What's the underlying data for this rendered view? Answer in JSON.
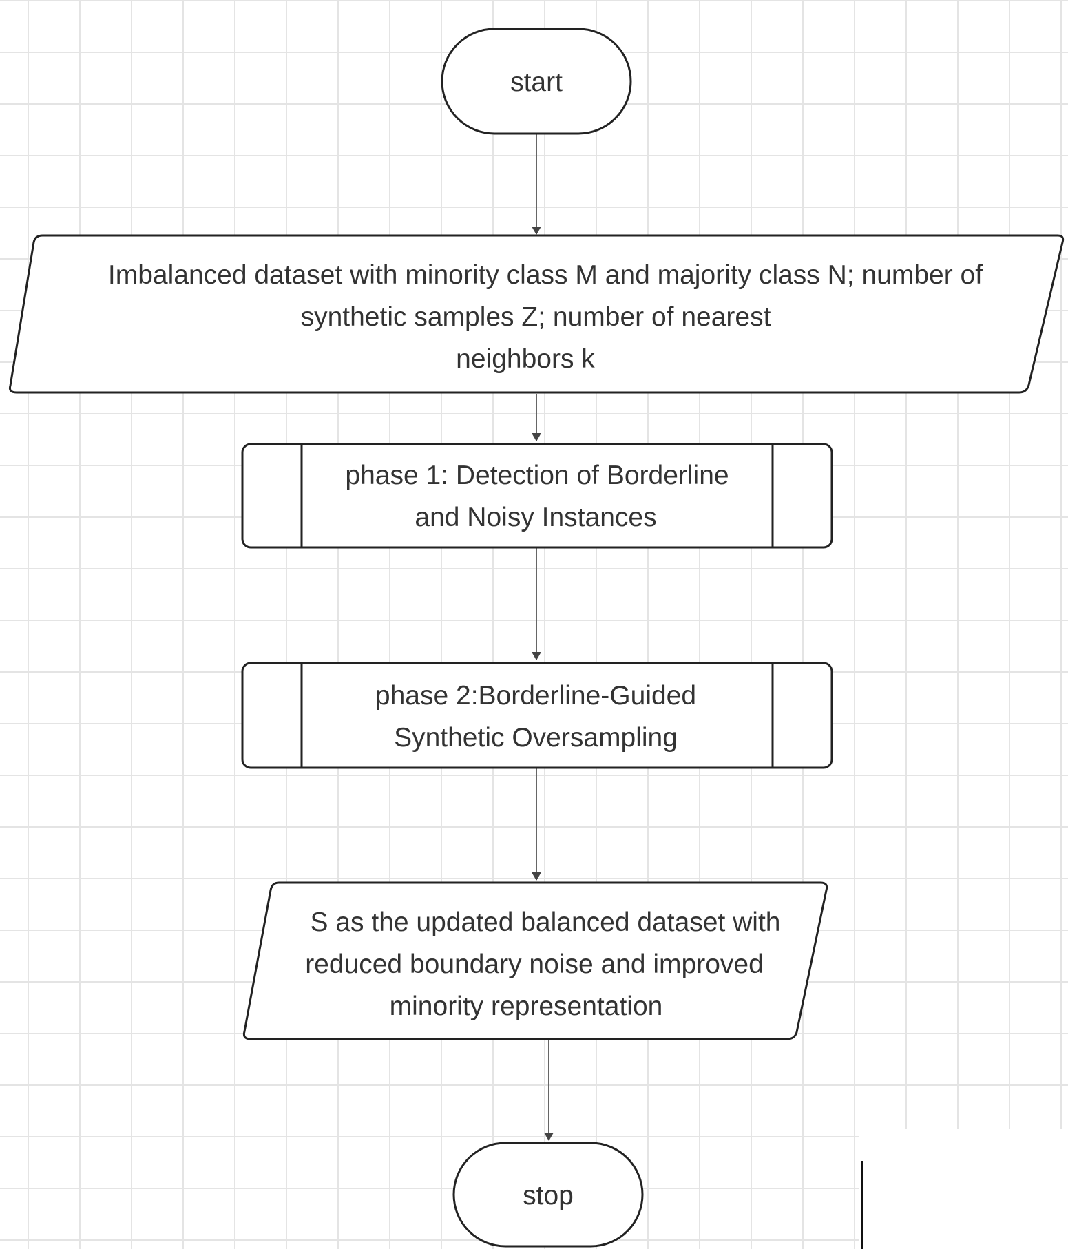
{
  "diagram": {
    "colors": {
      "stroke": "#222222",
      "fill": "#ffffff",
      "text": "#333333",
      "arrow": "#444444",
      "grid": "#e4e4e4"
    },
    "nodes": [
      {
        "id": "start",
        "shape": "terminator",
        "lines": [
          "start"
        ]
      },
      {
        "id": "input",
        "shape": "data",
        "lines": [
          "Imbalanced dataset with minority class M and majority class N; number of",
          "synthetic samples Z; number of nearest",
          "neighbors k"
        ]
      },
      {
        "id": "phase1",
        "shape": "predefined-process",
        "lines": [
          "phase 1: Detection of Borderline",
          "and Noisy Instances"
        ]
      },
      {
        "id": "phase2",
        "shape": "predefined-process",
        "lines": [
          "phase 2:Borderline-Guided",
          "Synthetic Oversampling"
        ]
      },
      {
        "id": "output",
        "shape": "data",
        "lines": [
          "S as the updated balanced dataset with",
          "reduced boundary noise and improved",
          "minority representation"
        ]
      },
      {
        "id": "stop",
        "shape": "terminator",
        "lines": [
          "stop"
        ]
      }
    ],
    "edges": [
      {
        "from": "start",
        "to": "input"
      },
      {
        "from": "input",
        "to": "phase1"
      },
      {
        "from": "phase1",
        "to": "phase2"
      },
      {
        "from": "phase2",
        "to": "output"
      },
      {
        "from": "output",
        "to": "stop"
      }
    ]
  }
}
